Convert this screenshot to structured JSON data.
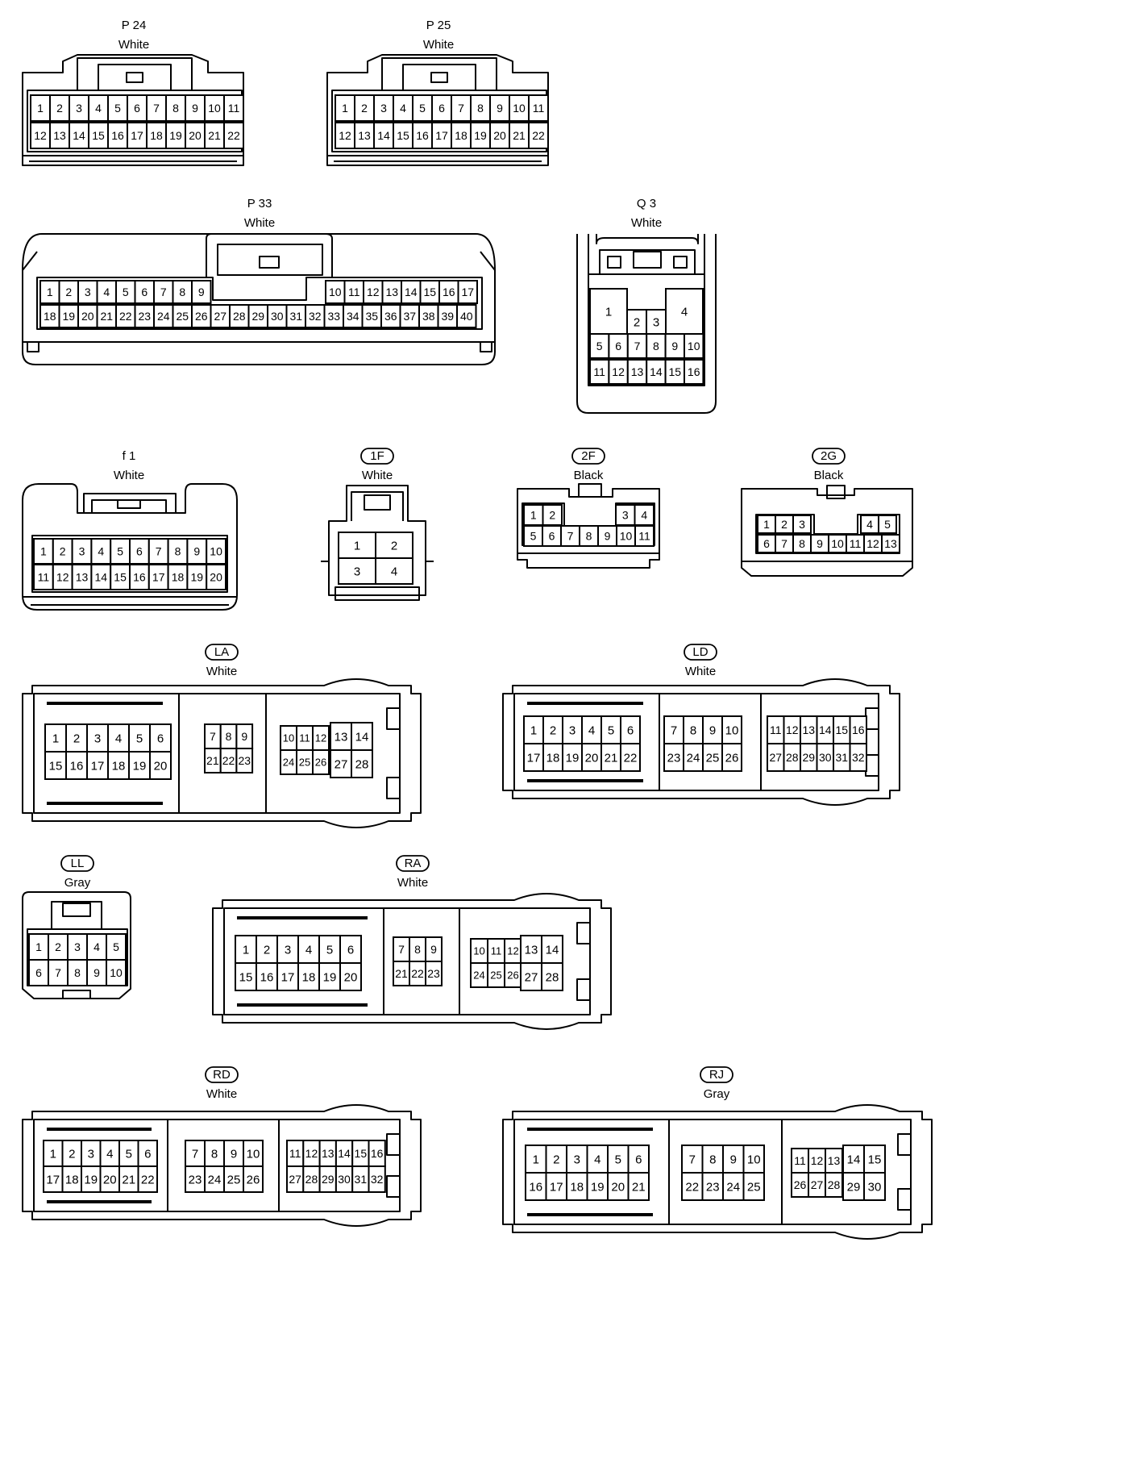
{
  "connectors": [
    {
      "id": "p24",
      "code": "P 24",
      "code_style": "plain",
      "color": "White",
      "pins": [
        "1",
        "2",
        "3",
        "4",
        "5",
        "6",
        "7",
        "8",
        "9",
        "10",
        "11",
        "12",
        "13",
        "14",
        "15",
        "16",
        "17",
        "18",
        "19",
        "20",
        "21",
        "22"
      ]
    },
    {
      "id": "p25",
      "code": "P 25",
      "code_style": "plain",
      "color": "White",
      "pins": [
        "1",
        "2",
        "3",
        "4",
        "5",
        "6",
        "7",
        "8",
        "9",
        "10",
        "11",
        "12",
        "13",
        "14",
        "15",
        "16",
        "17",
        "18",
        "19",
        "20",
        "21",
        "22"
      ]
    },
    {
      "id": "p33",
      "code": "P 33",
      "code_style": "plain",
      "color": "White",
      "pins": [
        "1",
        "2",
        "3",
        "4",
        "5",
        "6",
        "7",
        "8",
        "9",
        "10",
        "11",
        "12",
        "13",
        "14",
        "15",
        "16",
        "17",
        "18",
        "19",
        "20",
        "21",
        "22",
        "23",
        "24",
        "25",
        "26",
        "27",
        "28",
        "29",
        "30",
        "31",
        "32",
        "33",
        "34",
        "35",
        "36",
        "37",
        "38",
        "39",
        "40"
      ]
    },
    {
      "id": "q3",
      "code": "Q 3",
      "code_style": "plain",
      "color": "White",
      "pins": [
        "1",
        "2",
        "3",
        "4",
        "5",
        "6",
        "7",
        "8",
        "9",
        "10",
        "11",
        "12",
        "13",
        "14",
        "15",
        "16"
      ]
    },
    {
      "id": "f1",
      "code": "f 1",
      "code_style": "plain",
      "color": "White",
      "pins": [
        "1",
        "2",
        "3",
        "4",
        "5",
        "6",
        "7",
        "8",
        "9",
        "10",
        "11",
        "12",
        "13",
        "14",
        "15",
        "16",
        "17",
        "18",
        "19",
        "20"
      ]
    },
    {
      "id": "c1f",
      "code": "1F",
      "code_style": "boxed",
      "color": "White",
      "pins": [
        "1",
        "2",
        "3",
        "4"
      ]
    },
    {
      "id": "c2f",
      "code": "2F",
      "code_style": "boxed",
      "color": "Black",
      "pins": [
        "1",
        "2",
        "3",
        "4",
        "5",
        "6",
        "7",
        "8",
        "9",
        "10",
        "11"
      ]
    },
    {
      "id": "c2g",
      "code": "2G",
      "code_style": "boxed",
      "color": "Black",
      "pins": [
        "1",
        "2",
        "3",
        "4",
        "5",
        "6",
        "7",
        "8",
        "9",
        "10",
        "11",
        "12",
        "13"
      ]
    },
    {
      "id": "la",
      "code": "LA",
      "code_style": "boxed",
      "color": "White",
      "pins": [
        "1",
        "2",
        "3",
        "4",
        "5",
        "6",
        "7",
        "8",
        "9",
        "10",
        "11",
        "12",
        "13",
        "14",
        "15",
        "16",
        "17",
        "18",
        "19",
        "20",
        "21",
        "22",
        "23",
        "24",
        "25",
        "26",
        "27",
        "28"
      ]
    },
    {
      "id": "ld",
      "code": "LD",
      "code_style": "boxed",
      "color": "White",
      "pins": [
        "1",
        "2",
        "3",
        "4",
        "5",
        "6",
        "7",
        "8",
        "9",
        "10",
        "11",
        "12",
        "13",
        "14",
        "15",
        "16",
        "17",
        "18",
        "19",
        "20",
        "21",
        "22",
        "23",
        "24",
        "25",
        "26",
        "27",
        "28",
        "29",
        "30",
        "31",
        "32"
      ]
    },
    {
      "id": "ll",
      "code": "LL",
      "code_style": "boxed",
      "color": "Gray",
      "pins": [
        "1",
        "2",
        "3",
        "4",
        "5",
        "6",
        "7",
        "8",
        "9",
        "10"
      ]
    },
    {
      "id": "ra",
      "code": "RA",
      "code_style": "boxed",
      "color": "White",
      "pins": [
        "1",
        "2",
        "3",
        "4",
        "5",
        "6",
        "7",
        "8",
        "9",
        "10",
        "11",
        "12",
        "13",
        "14",
        "15",
        "16",
        "17",
        "18",
        "19",
        "20",
        "21",
        "22",
        "23",
        "24",
        "25",
        "26",
        "27",
        "28"
      ]
    },
    {
      "id": "rd",
      "code": "RD",
      "code_style": "boxed",
      "color": "White",
      "pins": [
        "1",
        "2",
        "3",
        "4",
        "5",
        "6",
        "7",
        "8",
        "9",
        "10",
        "11",
        "12",
        "13",
        "14",
        "15",
        "16",
        "17",
        "18",
        "19",
        "20",
        "21",
        "22",
        "23",
        "24",
        "25",
        "26",
        "27",
        "28",
        "29",
        "30",
        "31",
        "32"
      ]
    },
    {
      "id": "rj",
      "code": "RJ",
      "code_style": "boxed",
      "color": "Gray",
      "pins": [
        "1",
        "2",
        "3",
        "4",
        "5",
        "6",
        "7",
        "8",
        "9",
        "10",
        "11",
        "12",
        "13",
        "14",
        "15",
        "16",
        "17",
        "18",
        "19",
        "20",
        "21",
        "22",
        "23",
        "24",
        "25",
        "26",
        "27",
        "28",
        "29",
        "30"
      ]
    }
  ]
}
